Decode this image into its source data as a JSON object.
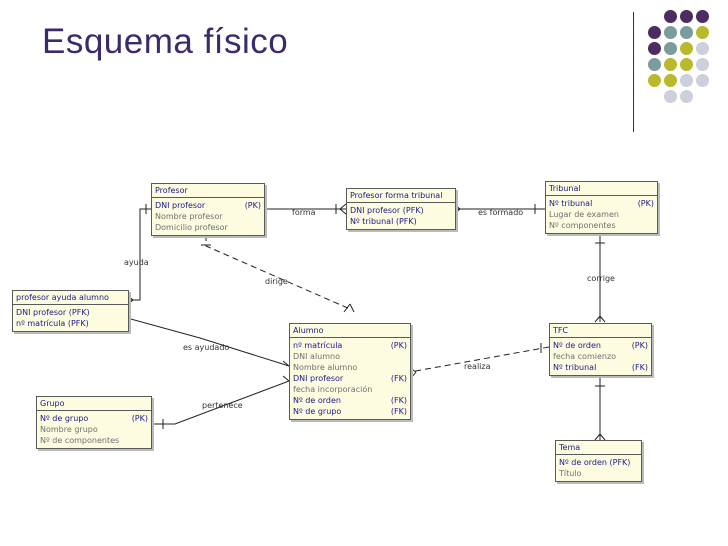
{
  "title": "Esquema físico",
  "decoration": {
    "colors": [
      "#4b2c61",
      "#7a9c9b",
      "#b9b92e",
      "#cdd0da"
    ]
  },
  "tables": {
    "profesor": {
      "name": "Profesor",
      "rows": [
        {
          "text": "DNI profesor",
          "tag": "(PK)",
          "style": "k"
        },
        {
          "text": "Nombre profesor",
          "tag": "",
          "style": "a"
        },
        {
          "text": "Domicilio profesor",
          "tag": "",
          "style": "a"
        }
      ]
    },
    "profesor_forma_tribunal": {
      "name": "Profesor forma tribunal",
      "rows": [
        {
          "text": "DNI profesor (PFK)",
          "tag": "",
          "style": "k"
        },
        {
          "text": "Nº tribunal   (PFK)",
          "tag": "",
          "style": "k"
        }
      ]
    },
    "tribunal": {
      "name": "Tribunal",
      "rows": [
        {
          "text": "Nº tribunal",
          "tag": "(PK)",
          "style": "k"
        },
        {
          "text": "Lugar de examen",
          "tag": "",
          "style": "a"
        },
        {
          "text": "Nº componentes",
          "tag": "",
          "style": "a"
        }
      ]
    },
    "profesor_ayuda_alumno": {
      "name": "profesor ayuda alumno",
      "rows": [
        {
          "text": "DNI profesor (PFK)",
          "tag": "",
          "style": "k"
        },
        {
          "text": "nº matrícula (PFK)",
          "tag": "",
          "style": "k"
        }
      ]
    },
    "alumno": {
      "name": "Alumno",
      "rows": [
        {
          "text": "nº matrícula",
          "tag": "(PK)",
          "style": "k"
        },
        {
          "text": "DNI alumno",
          "tag": "",
          "style": "a"
        },
        {
          "text": "Nombre alumno",
          "tag": "",
          "style": "a"
        },
        {
          "text": "DNI profesor",
          "tag": "(FK)",
          "style": "k"
        },
        {
          "text": "fecha incorporación",
          "tag": "",
          "style": "a"
        },
        {
          "text": "Nº de orden",
          "tag": "(FK)",
          "style": "k"
        },
        {
          "text": "Nº de grupo",
          "tag": "(FK)",
          "style": "k"
        }
      ]
    },
    "tfc": {
      "name": "TFC",
      "rows": [
        {
          "text": "Nº de orden",
          "tag": "(PK)",
          "style": "k"
        },
        {
          "text": "fecha comienzo",
          "tag": "",
          "style": "a"
        },
        {
          "text": "Nº tribunal",
          "tag": "(FK)",
          "style": "k"
        }
      ]
    },
    "grupo": {
      "name": "Grupo",
      "rows": [
        {
          "text": "Nº de grupo",
          "tag": "(PK)",
          "style": "k"
        },
        {
          "text": "Nombre grupo",
          "tag": "",
          "style": "a"
        },
        {
          "text": "Nº de componentes",
          "tag": "",
          "style": "a"
        }
      ]
    },
    "tema": {
      "name": "Tema",
      "rows": [
        {
          "text": "Nº de orden (PFK)",
          "tag": "",
          "style": "k"
        },
        {
          "text": "Título",
          "tag": "",
          "style": "a"
        }
      ]
    }
  },
  "relations": {
    "forma": "forma",
    "es_formado": "es formado",
    "ayuda": "ayuda",
    "dirige": "dirige",
    "corrige": "corrige",
    "es_ayudado": "es ayudado",
    "realiza": "realiza",
    "pertenece": "pertenece"
  }
}
